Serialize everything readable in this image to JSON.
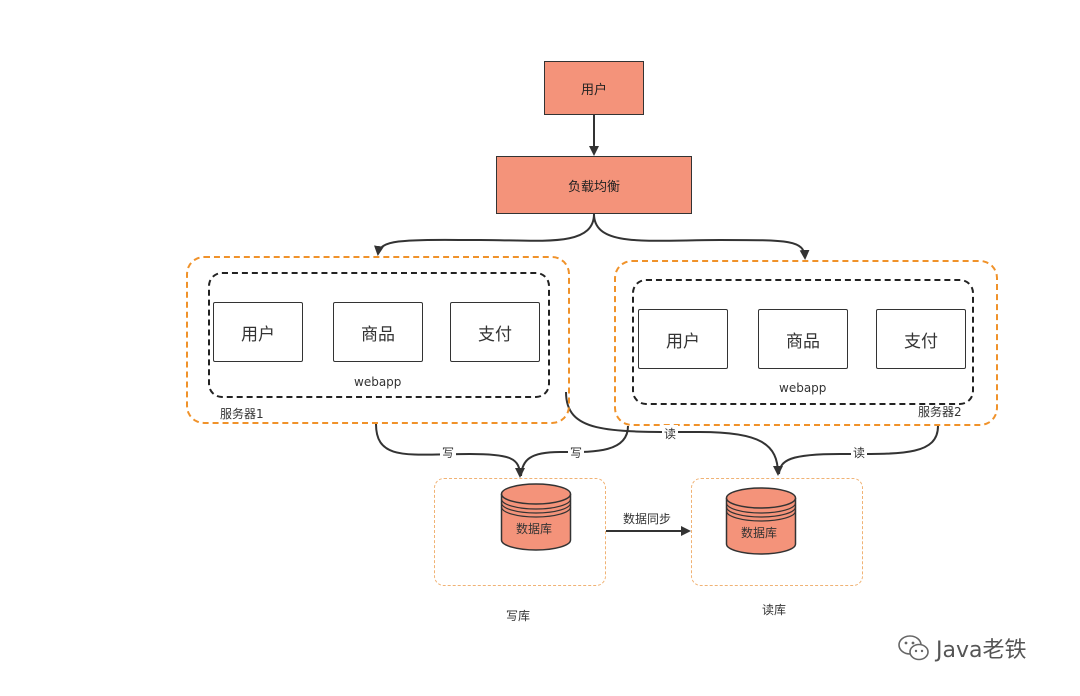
{
  "nodes": {
    "user": "用户",
    "lb": "负载均衡",
    "server1": {
      "modules": [
        "用户",
        "商品",
        "支付"
      ],
      "webapp": "webapp",
      "label": "服务器1"
    },
    "server2": {
      "modules": [
        "用户",
        "商品",
        "支付"
      ],
      "webapp": "webapp",
      "label": "服务器2"
    },
    "write_db": {
      "text": "数据库",
      "label": "写库"
    },
    "read_db": {
      "text": "数据库",
      "label": "读库"
    }
  },
  "edges": {
    "write1": "写",
    "write2": "写",
    "read1": "读",
    "read2": "读",
    "sync": "数据同步"
  },
  "watermark": "Java老铁",
  "colors": {
    "node_fill": "#f4937a",
    "server_border": "#f0922a",
    "db_zone_border": "#f0b274"
  }
}
